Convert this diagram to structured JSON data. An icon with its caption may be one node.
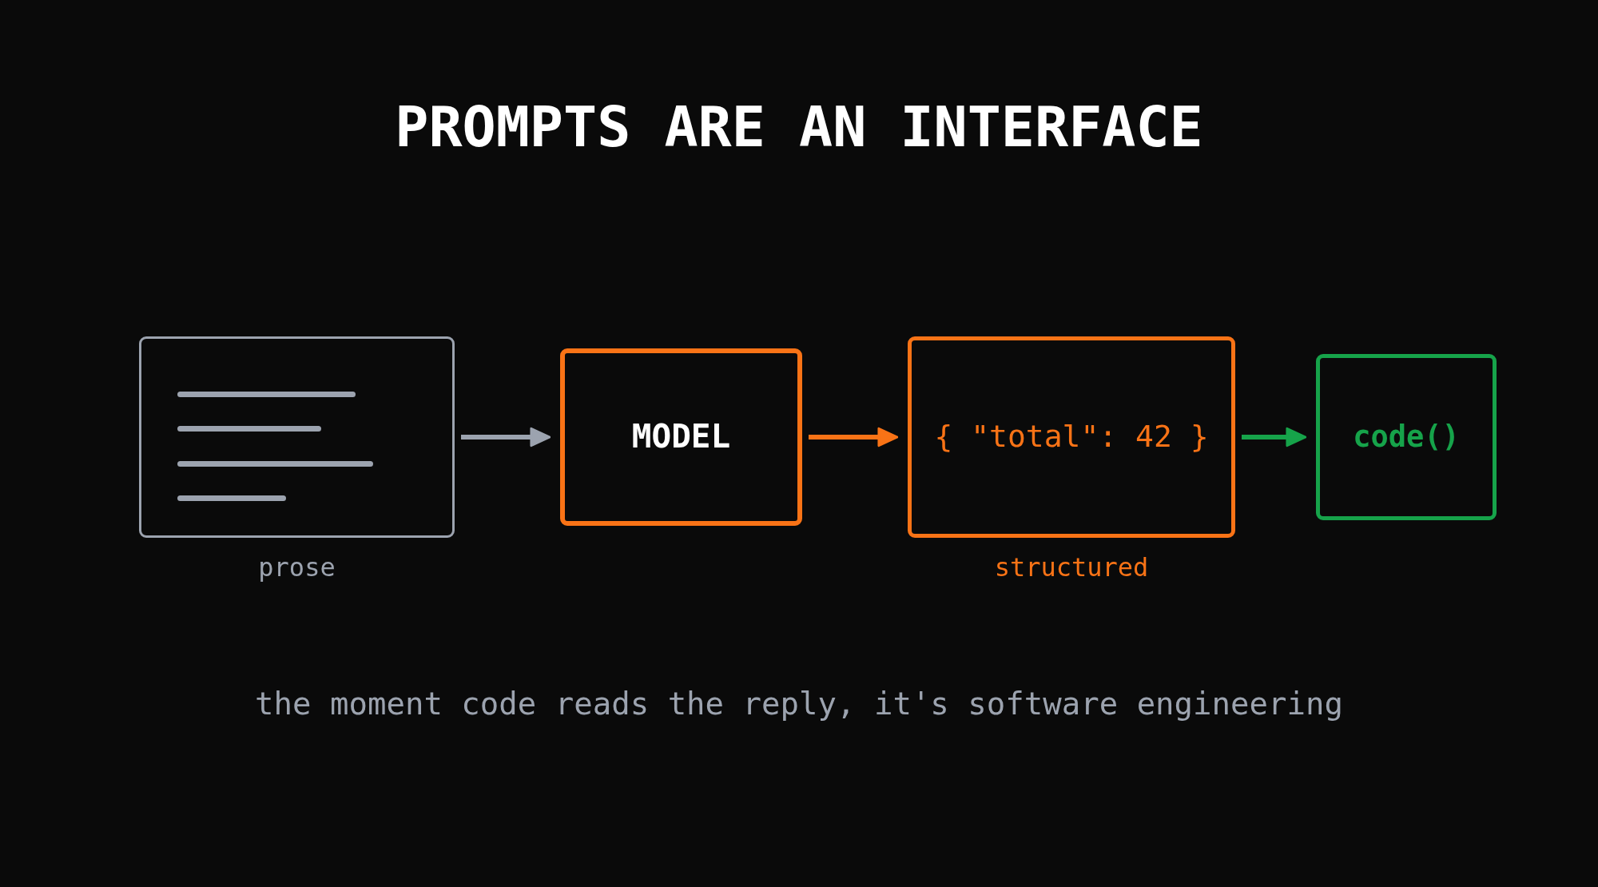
{
  "diagram": {
    "title": "PROMPTS ARE AN INTERFACE",
    "nodes": [
      {
        "text": [],
        "shape": "box",
        "beside": [
          "prose"
        ]
      },
      {
        "text": [
          "MODEL"
        ]
      },
      {
        "text": [
          "{ \"total\": 42 }"
        ],
        "beside": [
          "structured"
        ]
      },
      {
        "text": [
          "code()"
        ]
      }
    ],
    "edges": [
      {
        "from": 0,
        "to": 1,
        "arrow": "to",
        "color": "#9ca3af"
      },
      {
        "from": 1,
        "to": 2,
        "arrow": "to",
        "color": "#f97316"
      },
      {
        "from": 2,
        "to": 3,
        "arrow": "to",
        "color": "#16a34a"
      }
    ],
    "caption": "the moment code reads the reply, it's software engineering"
  }
}
